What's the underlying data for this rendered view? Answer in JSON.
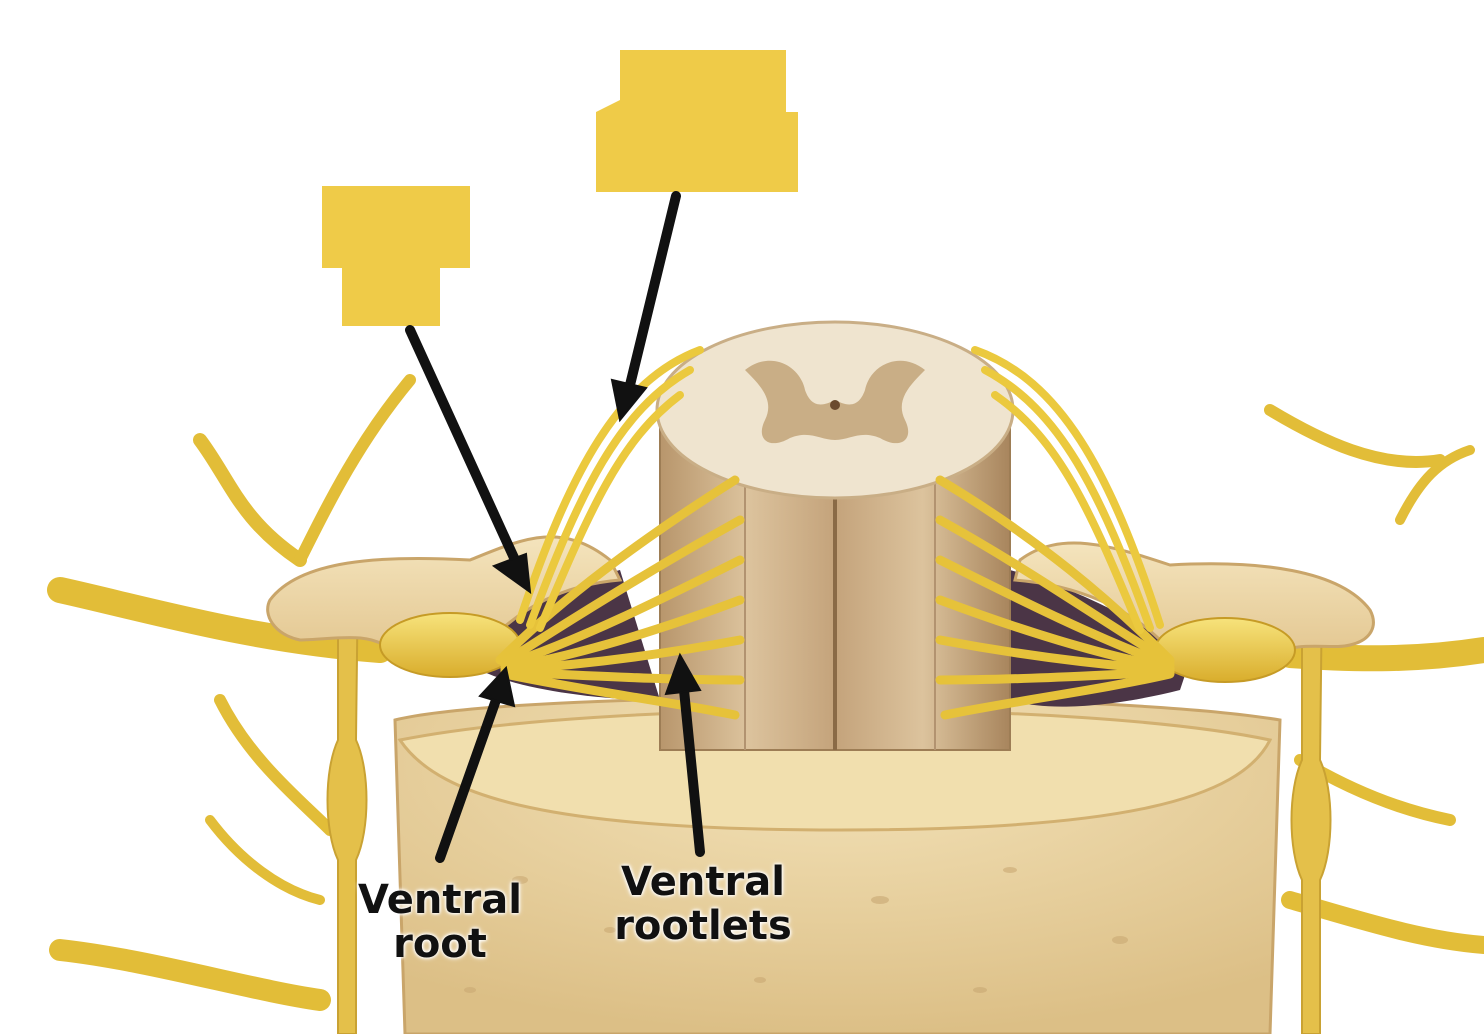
{
  "labels": {
    "ventral_root": "Ventral\nroot",
    "ventral_rootlets": "Ventral\nrootlets"
  },
  "blank_label_boxes": 2,
  "colors": {
    "label_box": "#EFCB48",
    "nerve": "#E8C43A",
    "nerve_highlight": "#F6E27A",
    "bone": "#EFD9A8",
    "bone_shadow": "#D9BC80",
    "spinal_cord": "#C9A87E",
    "cord_top": "#EFE4CF",
    "grey_matter": "#C9AE86",
    "csf_space": "#4B3546",
    "arrow": "#111111"
  }
}
